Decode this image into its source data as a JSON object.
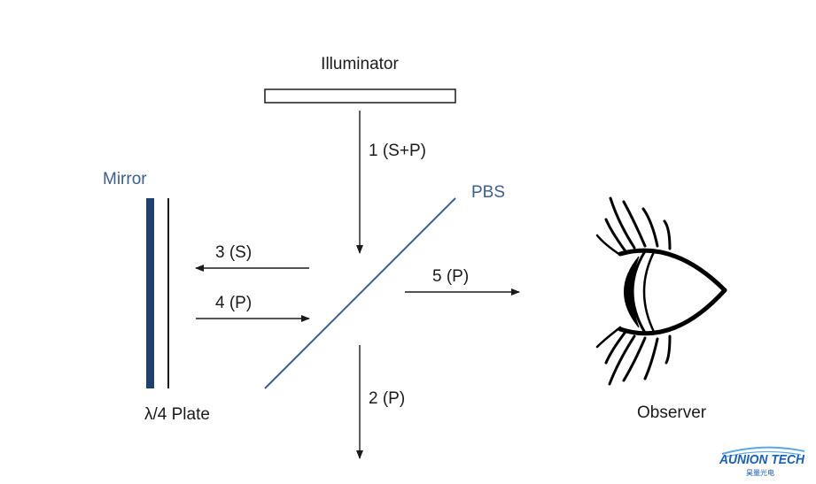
{
  "labels": {
    "illuminator": "Illuminator",
    "mirror": "Mirror",
    "pbs": "PBS",
    "plate": "λ/4 Plate",
    "observer": "Observer"
  },
  "beams": {
    "beam1": "1 (S+P)",
    "beam2": "2 (P)",
    "beam3": "3 (S)",
    "beam4": "4 (P)",
    "beam5": "5 (P)"
  },
  "logo": {
    "name": "AUNION TECH",
    "subtitle": "昊量光电"
  },
  "colors": {
    "ink": "#1a1a1a",
    "mirror": "#1f3f73",
    "pbs": "#3b5e8c",
    "label_blue": "#3b5e8c",
    "logo_blue": "#1a5fb0",
    "logo_arc": "#5aa6e0"
  }
}
